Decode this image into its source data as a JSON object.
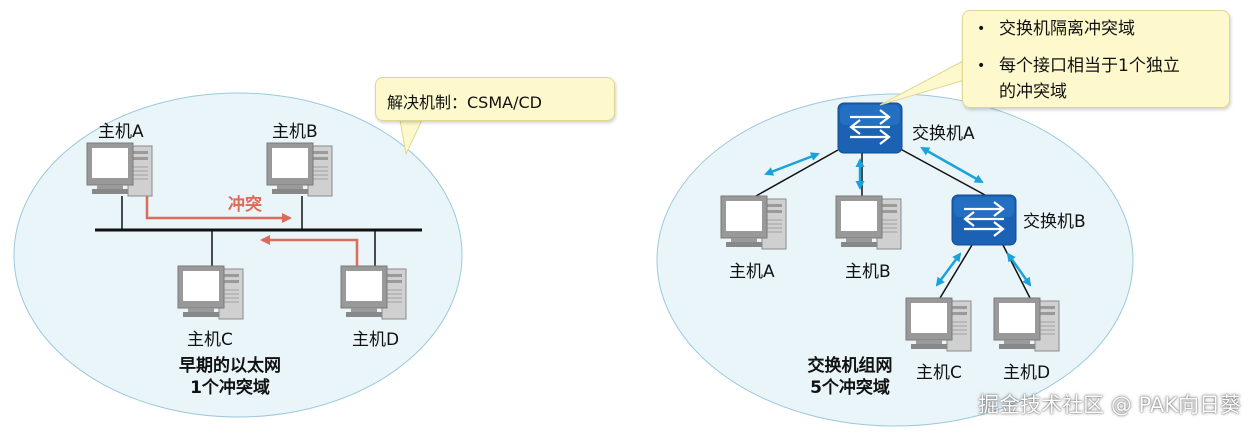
{
  "left_network": {
    "hosts": [
      {
        "label": "主机A"
      },
      {
        "label": "主机B"
      },
      {
        "label": "主机C"
      },
      {
        "label": "主机D"
      }
    ],
    "conflict_label": "冲突",
    "caption_line1": "早期的以太网",
    "caption_line2": "1个冲突域",
    "callout": "解决机制：CSMA/CD"
  },
  "right_network": {
    "switches": [
      {
        "label": "交换机A"
      },
      {
        "label": "交换机B"
      }
    ],
    "hosts": [
      {
        "label": "主机A"
      },
      {
        "label": "主机B"
      },
      {
        "label": "主机C"
      },
      {
        "label": "主机D"
      }
    ],
    "caption_line1": "交换机组网",
    "caption_line2": "5个冲突域",
    "callout_bullets": [
      {
        "line1": "交换机隔离冲突域",
        "line2": ""
      },
      {
        "line1": "每个接口相当于1个独立",
        "line2": "的冲突域"
      }
    ]
  },
  "colors": {
    "ellipse_fill": "#e9f5f9",
    "ellipse_stroke": "#9cc9dc",
    "conflict_arrow": "#e06a5a",
    "switch_blue": "#1b62b5",
    "link_arrow": "#1aa3d8",
    "callout_fill": "#fdf9cd"
  },
  "icons": {
    "host": "desktop-computer-icon",
    "switch": "switch-arrows-icon"
  },
  "watermark": "掘金技术社区 @ PAK向日葵"
}
